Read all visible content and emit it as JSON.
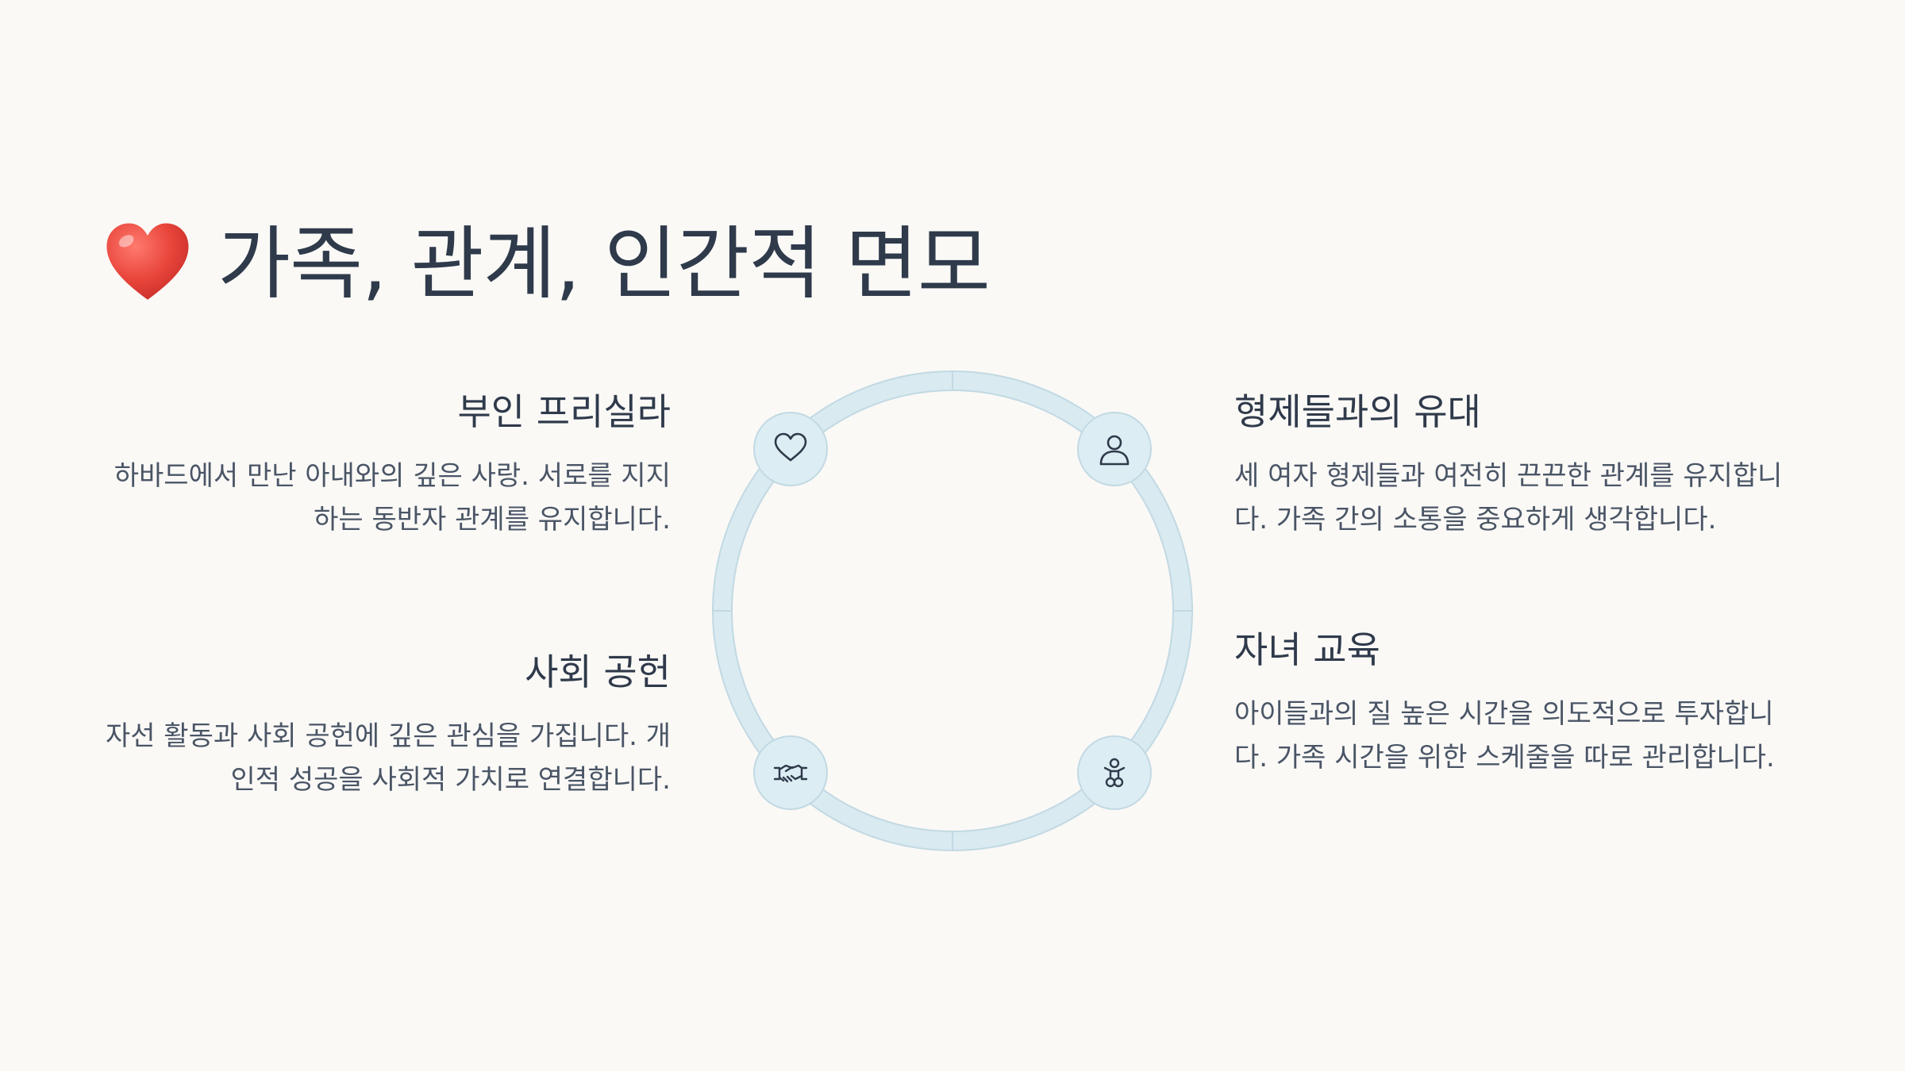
{
  "title": {
    "emoji": "heart-emoji",
    "text": "가족, 관계, 인간적 면모"
  },
  "colors": {
    "background": "#faf9f6",
    "ring": "#d9eaf1",
    "ring_stroke": "#c2d9e3",
    "node_fill": "#dcedf3",
    "icon": "#2f3a4b",
    "emoji": "#e8443a"
  },
  "blocks": {
    "priscilla": {
      "title": "부인 프리실라",
      "body": "하바드에서 만난 아내와의 깊은 사랑. 서로를 지지하는 동반자 관계를 유지합니다.",
      "icon": "heart-icon"
    },
    "siblings": {
      "title": "형제들과의 유대",
      "body": "세 여자 형제들과 여전히 끈끈한 관계를 유지합니다. 가족 간의 소통을 중요하게 생각합니다.",
      "icon": "person-icon"
    },
    "social": {
      "title": "사회 공헌",
      "body": "자선 활동과 사회 공헌에 깊은 관심을 가집니다. 개인적 성공을 사회적 가치로 연결합니다.",
      "icon": "handshake-icon"
    },
    "children": {
      "title": "자녀 교육",
      "body": "아이들과의 질 높은 시간을 의도적으로 투자합니다. 가족 시간을 위한 스케줄을 따로 관리합니다.",
      "icon": "baby-icon"
    }
  }
}
